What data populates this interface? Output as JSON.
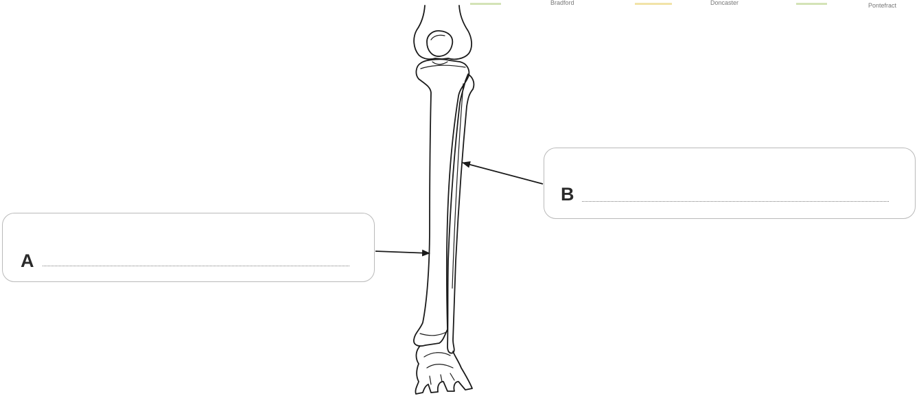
{
  "header": {
    "city_1": "Bradford",
    "city_2": "Doncaster",
    "city_3": "Pontefract"
  },
  "diagram": {
    "subject": "lower-leg-bones",
    "labels": [
      {
        "letter": "A",
        "answer": ""
      },
      {
        "letter": "B",
        "answer": ""
      }
    ]
  },
  "colors": {
    "outline": "#1a1a1a",
    "box_border": "#b9b9b9",
    "dotted_line": "#777777"
  }
}
